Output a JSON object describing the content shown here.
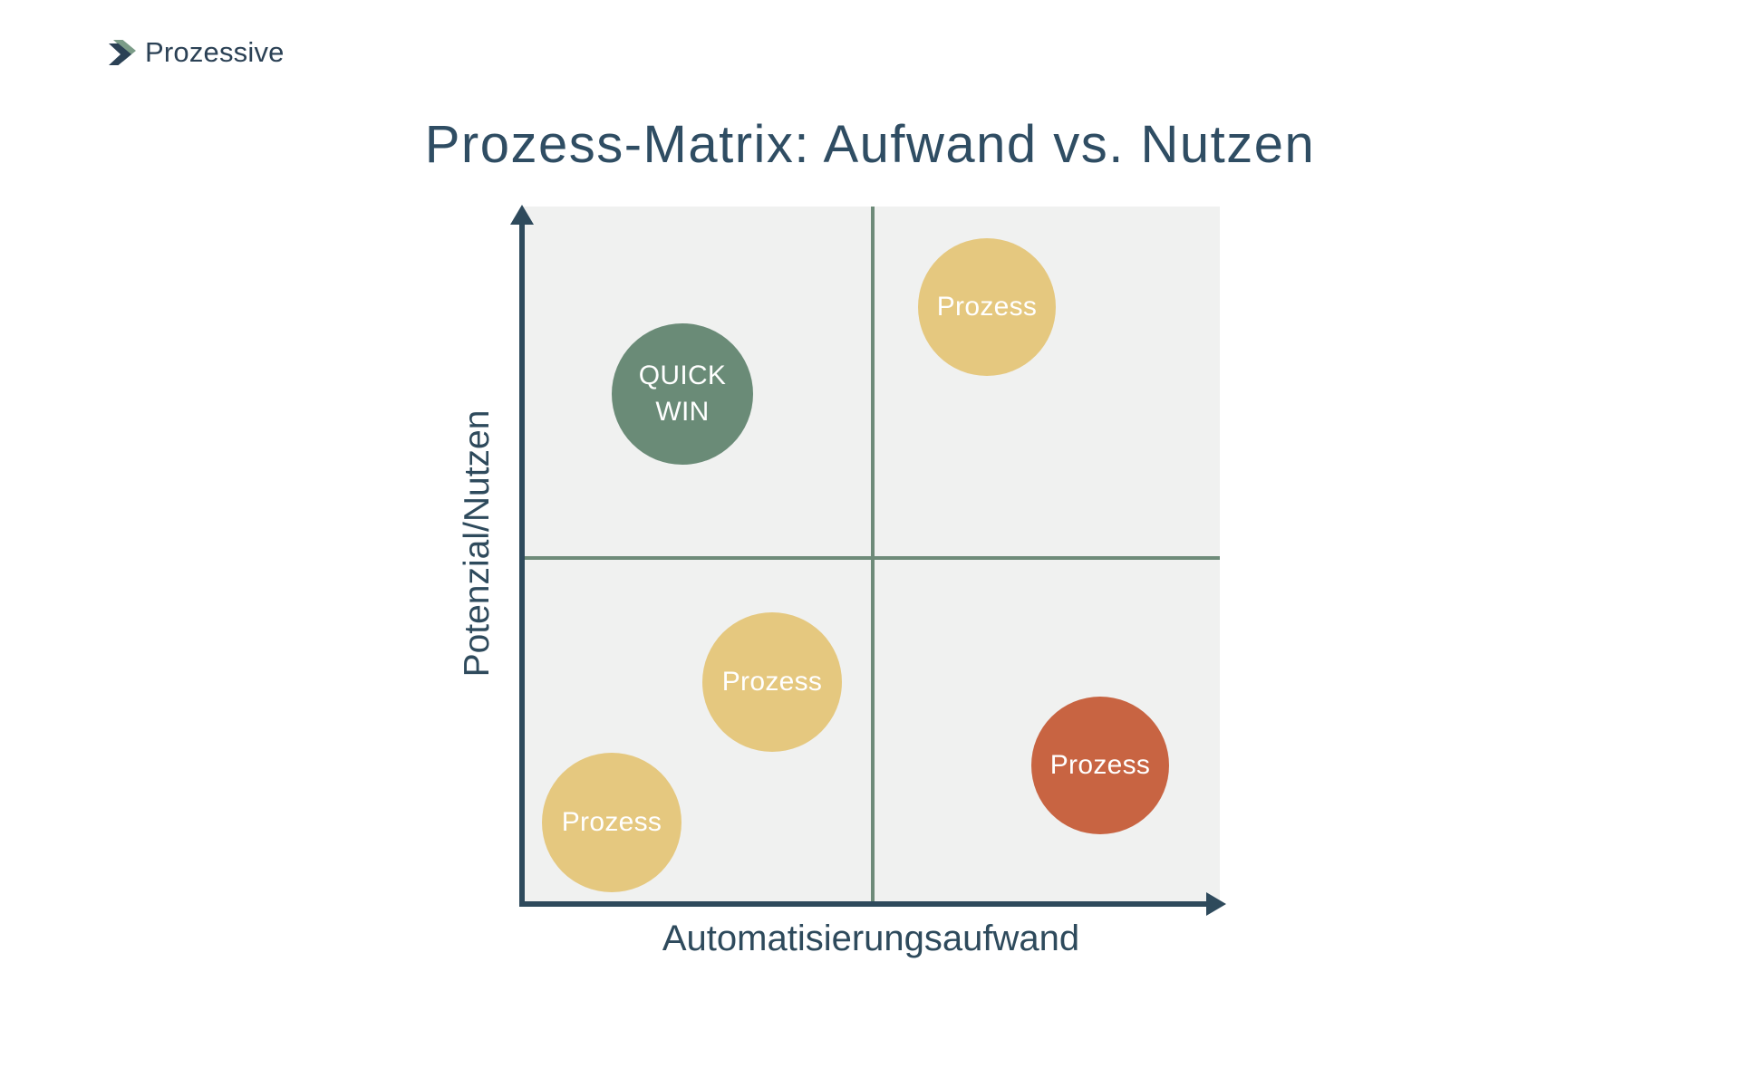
{
  "brand": {
    "name": "Prozessive",
    "icon": "chevron-right-icon",
    "icon_colors": {
      "front": "#2b4155",
      "back": "#7b9c88"
    },
    "text_color": "#2b4155"
  },
  "title": "Prozess-Matrix: Aufwand vs. Nutzen",
  "colors": {
    "page_background": "#ffffff",
    "plot_background": "#f0f1f0",
    "axis_navy": "#2e4a5c",
    "title_navy": "#2f4d63",
    "quadrant_divider_green": "#6e8b79",
    "bubble_green": "#6a8b77",
    "bubble_yellow": "#e5c87f",
    "bubble_red": "#c86442",
    "bubble_text": "#ffffff"
  },
  "chart_data": {
    "type": "scatter",
    "variant": "quadrant-matrix-2x2",
    "title": "Prozess-Matrix: Aufwand vs. Nutzen",
    "xlabel": "Automatisierungsaufwand",
    "ylabel": "Potenzial/Nutzen",
    "x_range": [
      0,
      1
    ],
    "y_range": [
      0,
      1
    ],
    "grid": "quadrant dividers at x=0.5 and y=0.5, sage green",
    "legend": false,
    "axes": "navy arrows, up on y-axis and right on x-axis, no tick labels",
    "points": [
      {
        "label": "QUICK\nWIN",
        "x": 0.23,
        "y": 0.73,
        "quadrant": "top-left",
        "color": "#6a8b77",
        "px": {
          "cx": 753,
          "cy": 435,
          "r": 78
        }
      },
      {
        "label": "Prozess",
        "x": 0.67,
        "y": 0.86,
        "quadrant": "top-right",
        "color": "#e5c87f",
        "px": {
          "cx": 1089,
          "cy": 339,
          "r": 76
        }
      },
      {
        "label": "Prozess",
        "x": 0.36,
        "y": 0.32,
        "quadrant": "bottom-left",
        "color": "#e5c87f",
        "px": {
          "cx": 852,
          "cy": 753,
          "r": 77
        }
      },
      {
        "label": "Prozess",
        "x": 0.13,
        "y": 0.12,
        "quadrant": "bottom-left",
        "color": "#e5c87f",
        "px": {
          "cx": 675,
          "cy": 908,
          "r": 77
        }
      },
      {
        "label": "Prozess",
        "x": 0.83,
        "y": 0.2,
        "quadrant": "bottom-right",
        "color": "#c86442",
        "px": {
          "cx": 1214,
          "cy": 845,
          "r": 76
        }
      }
    ]
  }
}
